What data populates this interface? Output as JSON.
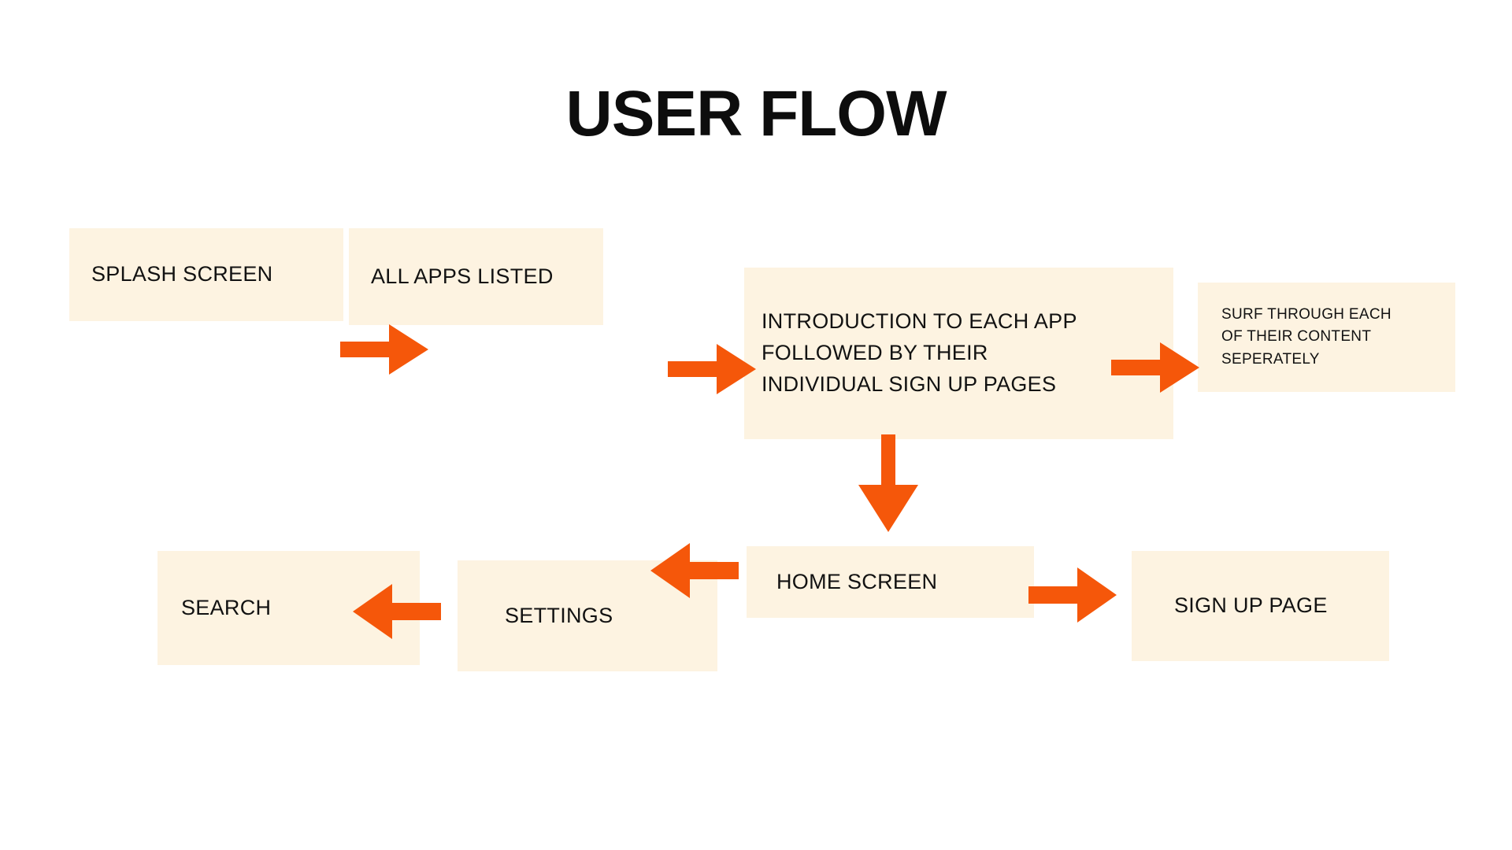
{
  "page": {
    "title": "USER FLOW",
    "background_color": "#FFFFFF"
  },
  "theme": {
    "box_fill": "#FDF3E1",
    "arrow_color": "#F5570A",
    "text_color": "#121212",
    "title_color": "#0D0D0D"
  },
  "diagram": {
    "type": "flowchart",
    "nodes": [
      {
        "id": "splash",
        "label": "SPLASH SCREEN"
      },
      {
        "id": "all_apps",
        "label": "ALL APPS LISTED"
      },
      {
        "id": "intro",
        "label": "INTRODUCTION TO EACH APP\nFOLLOWED BY THEIR\nINDIVIDUAL SIGN UP PAGES"
      },
      {
        "id": "surf",
        "label": "SURF THROUGH EACH\nOF THEIR CONTENT\nSEPERATELY"
      },
      {
        "id": "home",
        "label": "HOME SCREEN"
      },
      {
        "id": "settings",
        "label": "SETTINGS"
      },
      {
        "id": "search",
        "label": "SEARCH"
      },
      {
        "id": "signup",
        "label": "SIGN UP PAGE"
      }
    ],
    "edges": [
      {
        "id": "e1",
        "from": "splash",
        "to": "all_apps",
        "direction": "right"
      },
      {
        "id": "e2",
        "from": "all_apps",
        "to": "intro",
        "direction": "right"
      },
      {
        "id": "e3",
        "from": "intro",
        "to": "surf",
        "direction": "right"
      },
      {
        "id": "e4",
        "from": "intro",
        "to": "home",
        "direction": "down"
      },
      {
        "id": "e5",
        "from": "home",
        "to": "settings",
        "direction": "left"
      },
      {
        "id": "e6",
        "from": "settings",
        "to": "search",
        "direction": "left"
      },
      {
        "id": "e7",
        "from": "home",
        "to": "signup",
        "direction": "right"
      }
    ]
  }
}
